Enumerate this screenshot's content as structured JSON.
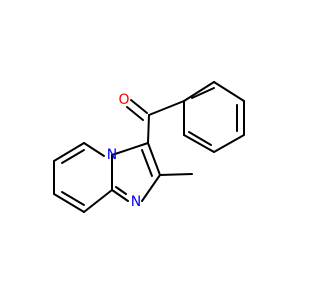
{
  "molecule": {
    "atoms": {
      "oxygen": {
        "symbol": "O",
        "color": "#ff0000"
      },
      "bridgehead_nitrogen": {
        "symbol": "N",
        "color": "#0000ff"
      },
      "ring_nitrogen": {
        "symbol": "N",
        "color": "#0000ff"
      }
    },
    "bond_color": "#000000"
  }
}
